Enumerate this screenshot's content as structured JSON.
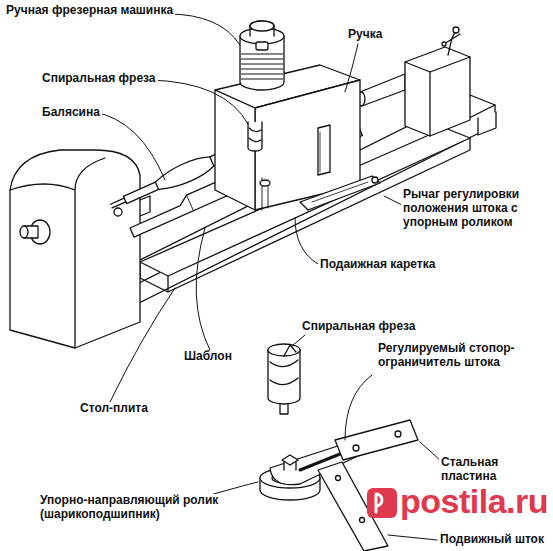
{
  "diagram": {
    "labels": [
      "Ручная фрезерная машинка",
      "Ручка",
      "Спиральная фреза",
      "Балясина",
      "Рычаг регулировки положения штока с упорным роликом",
      "Подаижная каретка",
      "Шаблон",
      "Стол-плита",
      "Спиральная фреза",
      "Регулируемый стопор-ограничитель штока",
      "Стальная пластина",
      "Упорно-направляющий ролик (шарикоподшипник)",
      "Подвижный шток",
      "postila.ru"
    ]
  }
}
